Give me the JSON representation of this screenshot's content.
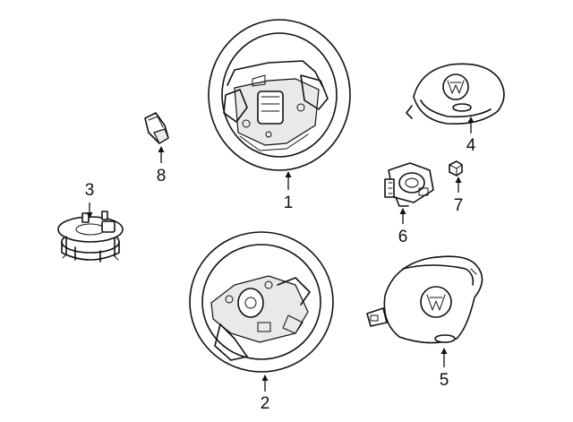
{
  "diagram": {
    "callouts": [
      {
        "id": "1",
        "label": "1"
      },
      {
        "id": "2",
        "label": "2"
      },
      {
        "id": "3",
        "label": "3"
      },
      {
        "id": "4",
        "label": "4"
      },
      {
        "id": "5",
        "label": "5"
      },
      {
        "id": "6",
        "label": "6"
      },
      {
        "id": "7",
        "label": "7"
      },
      {
        "id": "8",
        "label": "8"
      }
    ],
    "parts": [
      {
        "callout": "1",
        "icon": "steering-wheel-icon"
      },
      {
        "callout": "2",
        "icon": "steering-wheel-icon"
      },
      {
        "callout": "3",
        "icon": "clock-spring-icon"
      },
      {
        "callout": "4",
        "icon": "airbag-module-icon"
      },
      {
        "callout": "5",
        "icon": "airbag-module-icon"
      },
      {
        "callout": "6",
        "icon": "switch-bracket-icon"
      },
      {
        "callout": "7",
        "icon": "screw-icon"
      },
      {
        "callout": "8",
        "icon": "switch-icon"
      }
    ]
  }
}
